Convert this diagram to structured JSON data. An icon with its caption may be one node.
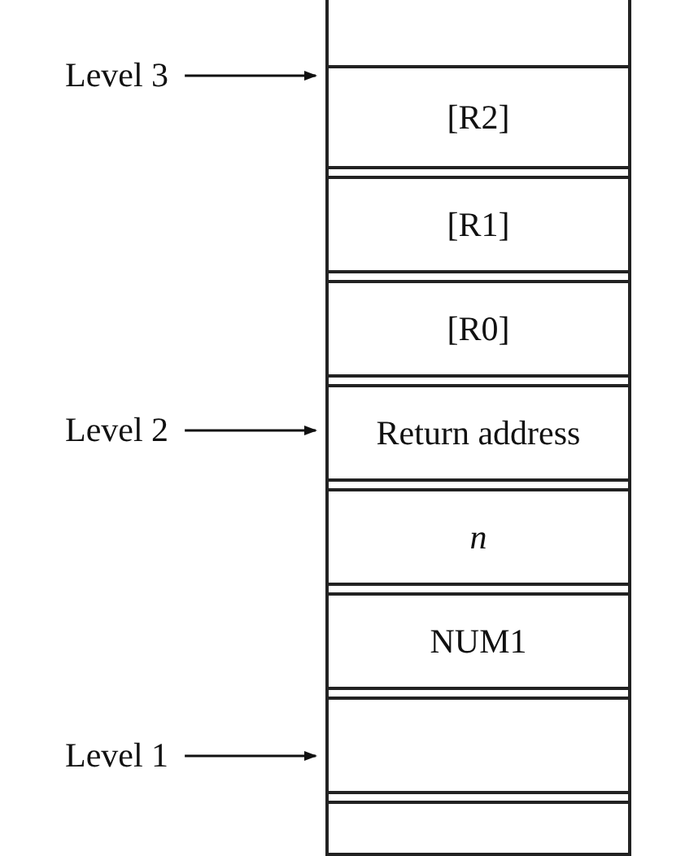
{
  "diagram": {
    "nodes": [
      {
        "text": [
          "Level 3"
        ]
      },
      {
        "text": [
          "[R2]"
        ]
      },
      {
        "text": [
          "[R1]"
        ]
      },
      {
        "text": [
          "[R0]"
        ]
      },
      {
        "text": [
          "Level 2"
        ]
      },
      {
        "text": [
          "Return address"
        ]
      },
      {
        "text": [
          "n"
        ]
      },
      {
        "text": [
          "NUM1"
        ]
      },
      {
        "text": [
          "Level 1"
        ]
      },
      {
        "text": [],
        "shape": "box"
      },
      {
        "text": [],
        "shape": "box"
      }
    ],
    "edges": [
      {
        "from": 0,
        "to": 1,
        "arrow": "to"
      },
      {
        "from": 4,
        "to": 5,
        "arrow": "to"
      },
      {
        "from": 8,
        "to": 9,
        "arrow": "to"
      }
    ]
  }
}
